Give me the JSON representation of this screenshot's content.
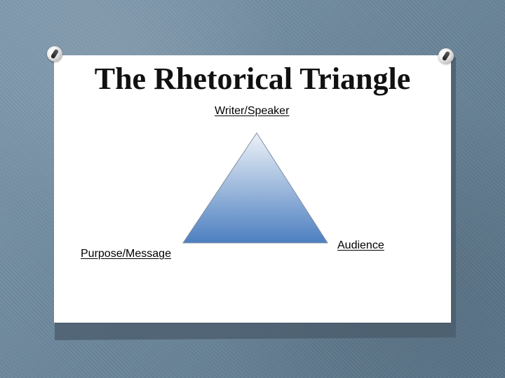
{
  "slide": {
    "title": "The Rhetorical Triangle"
  },
  "diagram": {
    "top_label": "Writer/Speaker",
    "left_label": "Purpose/Message",
    "right_label": "Audience"
  },
  "colors": {
    "background": "#6f889c",
    "slide_background": "#ffffff",
    "triangle_top": "#edf2f8",
    "triangle_bottom": "#4d7fc0",
    "text": "#000000"
  }
}
